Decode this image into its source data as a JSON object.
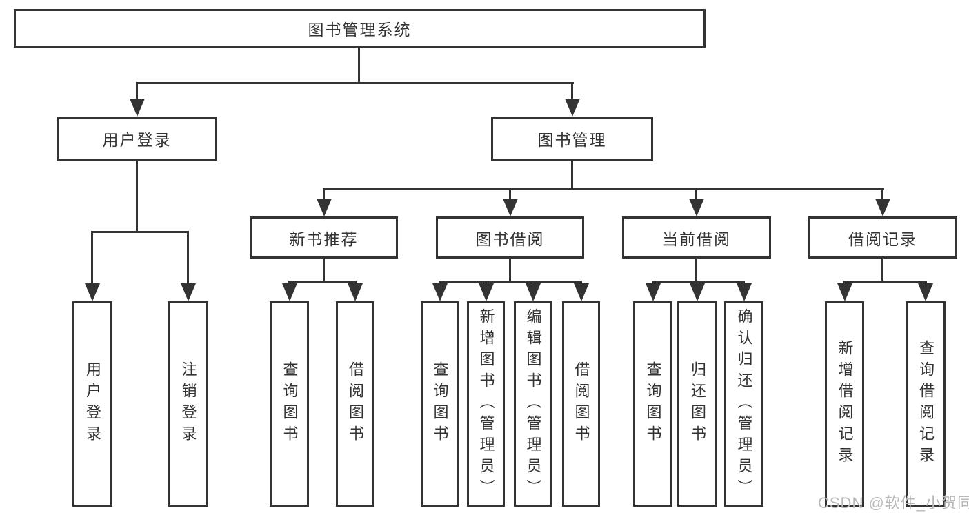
{
  "diagram": {
    "type": "hierarchy-tree",
    "orientation": "top-down",
    "colors": {
      "background": "#ffffff",
      "line": "#333333",
      "box_border": "#333333",
      "box_fill": "#ffffff",
      "text": "#333333",
      "watermark_text": "#b8b8b8"
    }
  },
  "tree": {
    "label": "图书管理系统",
    "children": [
      {
        "label": "用户登录",
        "children": [
          {
            "label": "用户登录"
          },
          {
            "label": "注销登录"
          }
        ]
      },
      {
        "label": "图书管理",
        "children": [
          {
            "label": "新书推荐",
            "children": [
              {
                "label": "查询图书"
              },
              {
                "label": "借阅图书"
              }
            ]
          },
          {
            "label": "图书借阅",
            "children": [
              {
                "label": "查询图书"
              },
              {
                "label": "新增图书（管理员）"
              },
              {
                "label": "编辑图书（管理员）"
              },
              {
                "label": "借阅图书"
              }
            ]
          },
          {
            "label": "当前借阅",
            "children": [
              {
                "label": "查询图书"
              },
              {
                "label": "归还图书"
              },
              {
                "label": "确认归还（管理员）"
              }
            ]
          },
          {
            "label": "借阅记录",
            "children": [
              {
                "label": "新增借阅记录"
              },
              {
                "label": "查询借阅记录"
              }
            ]
          }
        ]
      }
    ]
  },
  "watermark": {
    "text": "CSDN @软件_小贺同学"
  }
}
